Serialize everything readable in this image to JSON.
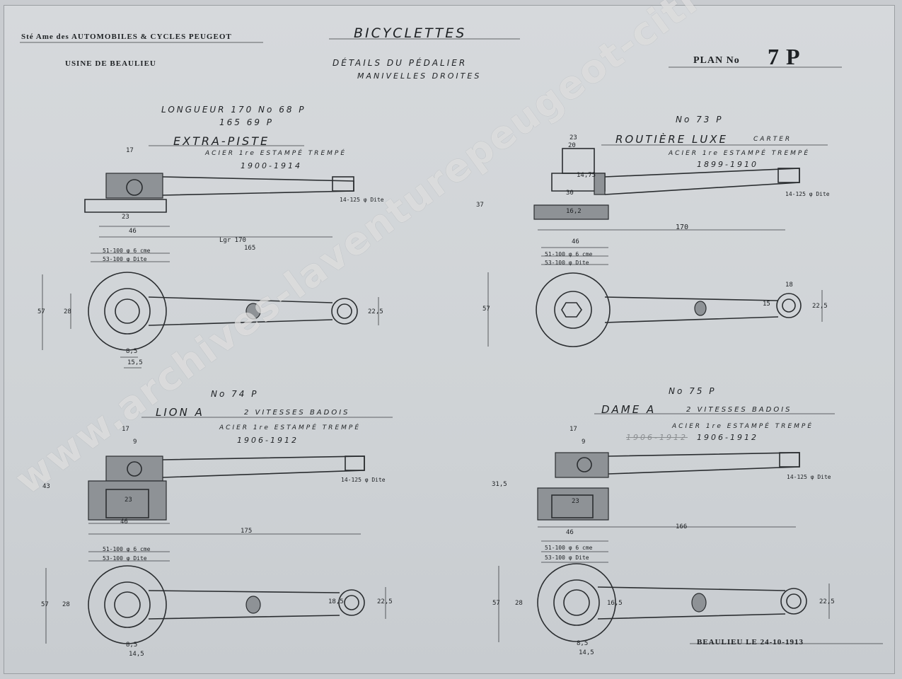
{
  "header": {
    "company": "Sté Ame des AUTOMOBILES & CYCLES PEUGEOT",
    "factory": "USINE DE BEAULIEU",
    "title": "BICYCLETTES",
    "subtitle1": "DÉTAILS DU PÉDALIER",
    "subtitle2": "MANIVELLES DROITES",
    "plan_label": "PLAN No",
    "plan_number": "7 P"
  },
  "drawings": [
    {
      "number_line1": "LONGUEUR 170 No 68 P",
      "number_line2": "165 69 P",
      "name": "EXTRA-PISTE",
      "material": "ACIER 1re ESTAMPÉ TREMPÉ",
      "years": "1900-1914",
      "dims": [
        "17",
        "23",
        "46",
        "51-100 φ 6 cme",
        "53-100 φ Dite",
        "Lgr 170",
        "165",
        "57",
        "28",
        "8,5",
        "15,5",
        "22,5",
        "14-125 φ Dite"
      ]
    },
    {
      "number": "No 73 P",
      "name": "ROUTIÈRE LUXE",
      "name_suffix": "CARTER",
      "material": "ACIER 1re ESTAMPÉ TREMPÉ",
      "years": "1899-1910",
      "dims": [
        "23",
        "20",
        "14,75",
        "37",
        "30",
        "16,2",
        "46",
        "170",
        "51-100 φ 6 cme",
        "53-100 φ Dite",
        "57",
        "15",
        "18",
        "22,5",
        "14-125 φ Dite"
      ]
    },
    {
      "number": "No 74 P",
      "name": "LION A",
      "name_suffix": "2 VITESSES BADOIS",
      "material": "ACIER 1re ESTAMPÉ TREMPÉ",
      "years": "1906-1912",
      "dims": [
        "17",
        "9",
        "43",
        "23",
        "46",
        "175",
        "51-100 φ 6 cme",
        "53-100 φ Dite",
        "57",
        "28",
        "18,5",
        "22,5",
        "8,5",
        "14,5",
        "14-125 φ Dite"
      ]
    },
    {
      "number": "No 75 P",
      "name": "DAME A",
      "name_suffix": "2 VITESSES BADOIS",
      "material": "ACIER 1re ESTAMPÉ TREMPÉ",
      "years": "1906-1912",
      "crossed_years": "1906-1912",
      "dims": [
        "17",
        "9",
        "31,5",
        "23",
        "46",
        "166",
        "51-100 φ 6 cme",
        "53-100 φ Dite",
        "57",
        "28",
        "16,5",
        "22,5",
        "8,5",
        "14,5",
        "14-125 φ Dite"
      ]
    }
  ],
  "footer": {
    "date": "BEAULIEU LE 24-10-1913"
  },
  "watermark": "www.archives-laventurepeugeot-citroen-ds.com"
}
